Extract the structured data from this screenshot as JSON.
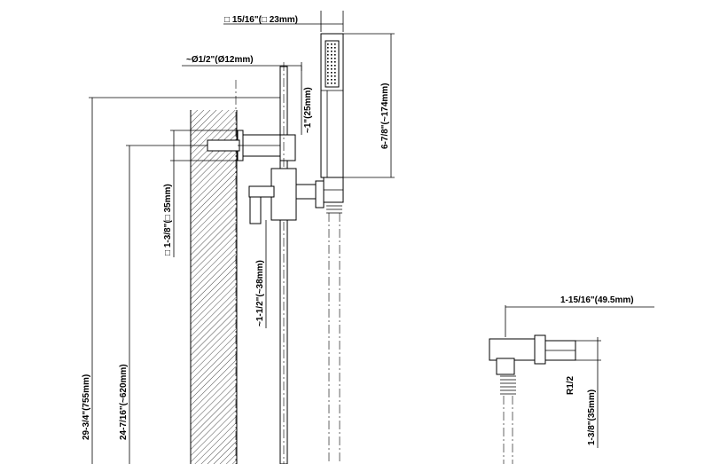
{
  "labels": {
    "head_width": "□ 15/16\"(□ 23mm)",
    "hose_diameter": "~Ø1/2\"(Ø12mm)",
    "arm_offset": "~1\"(25mm)",
    "head_height": "6-7/8\"(~174mm)",
    "bracket_square": "□ 1-3/8\"(□ 35mm)",
    "slider_gap": "~1-1/2\"(~38mm)",
    "total_height": "29-3/4\"(755mm)",
    "bar_height": "24-7/16\"(~620mm)",
    "elbow_depth": "1-15/16\"(49.5mm)",
    "thread": "R1/2",
    "elbow_square": "1-3/8\"(35mm)"
  }
}
